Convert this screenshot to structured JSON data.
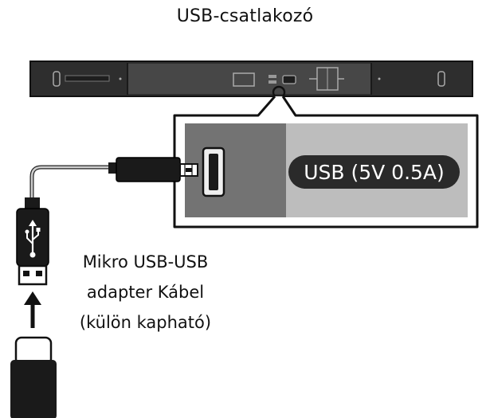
{
  "diagram": {
    "title": "USB-csatlakozó",
    "port_label": "USB (5V 0.5A)",
    "cable_caption": {
      "line1": "Mikro USB-USB",
      "line2": "adapter Kábel",
      "line3": "(külön kapható)"
    }
  },
  "colors": {
    "soundbar_body": "#2e2e2e",
    "panel_dark": "#737373",
    "panel_light": "#bdbdbd",
    "outline": "#111111",
    "label_pill": "#2a2a2a"
  }
}
